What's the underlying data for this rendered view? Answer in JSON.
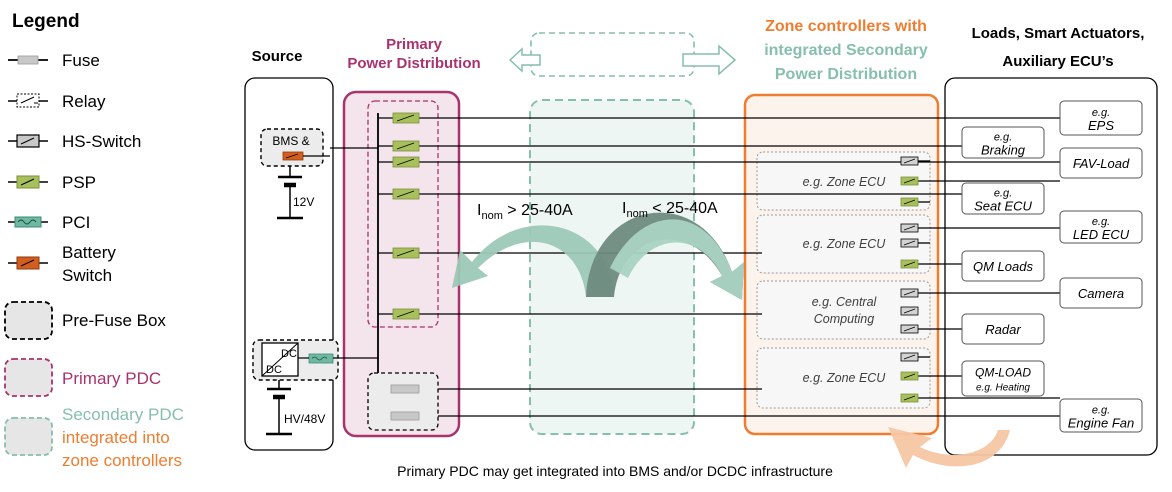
{
  "legend": {
    "title": "Legend",
    "items": [
      {
        "icon": "fuse-icon",
        "label": "Fuse"
      },
      {
        "icon": "relay-icon",
        "label": "Relay"
      },
      {
        "icon": "hs-switch-icon",
        "label": "HS-Switch"
      },
      {
        "icon": "psp-icon",
        "label": "PSP"
      },
      {
        "icon": "pci-icon",
        "label": "PCI"
      },
      {
        "icon": "battery-switch-icon",
        "label_lines": [
          "Battery",
          "Switch"
        ]
      },
      {
        "icon": "pre-fuse-box-icon",
        "label": "Pre-Fuse Box"
      },
      {
        "icon": "primary-pdc-icon",
        "label": "Primary PDC"
      },
      {
        "icon": "secondary-pdc-icon",
        "label_lines": [
          "Secondary PDC",
          "integrated into",
          "zone controllers"
        ]
      }
    ]
  },
  "headers": {
    "source": "Source",
    "primary_lines": [
      "Primary",
      "Power Distribution"
    ],
    "zone_lines": [
      "Zone controllers with",
      "integrated Secondary",
      "Power Distribution"
    ],
    "loads_lines": [
      "Loads, Smart Actuators,",
      "Auxiliary ECU’s"
    ]
  },
  "source": {
    "bms_label": "BMS &",
    "v12_label": "12V",
    "dcdc_top": "DC",
    "dcdc_bottom": "DC",
    "hv_label": "HV/48V"
  },
  "currents": {
    "high": {
      "prefix": "I",
      "sub": "nom",
      "suffix": " > 25-40A"
    },
    "low": {
      "prefix": "I",
      "sub": "nom",
      "suffix": " < 25-40A"
    }
  },
  "zone_ecus": [
    "e.g. Zone ECU",
    "e.g. Zone ECU",
    [
      "e.g. Central",
      "Computing"
    ],
    "e.g. Zone ECU"
  ],
  "loads": [
    {
      "lines": [
        "e.g.",
        "EPS"
      ]
    },
    {
      "lines": [
        "e.g.",
        "Braking"
      ]
    },
    {
      "lines": [
        "FAV-Load"
      ]
    },
    {
      "lines": [
        "e.g.",
        "Seat ECU"
      ]
    },
    {
      "lines": [
        "e.g.",
        "LED ECU"
      ]
    },
    {
      "lines": [
        "QM Loads"
      ]
    },
    {
      "lines": [
        "Camera"
      ]
    },
    {
      "lines": [
        "Radar"
      ]
    },
    {
      "lines": [
        "QM-LOAD",
        "e.g. Heating"
      ]
    },
    {
      "lines": [
        "e.g.",
        "Engine Fan"
      ]
    }
  ],
  "footer": "Primary PDC may get integrated into BMS and/or DCDC infrastructure",
  "colors": {
    "primary_pdc": "#a8336e",
    "secondary_pdc": "#86bfaa",
    "zone_orange": "#ee7d30",
    "psp_green": "#a7c05b",
    "pci_teal": "#6fb8a1",
    "battery_switch": "#d45e1d",
    "fuse_grey": "#c8c8c8",
    "zone_fill": "#fbf3ec"
  }
}
